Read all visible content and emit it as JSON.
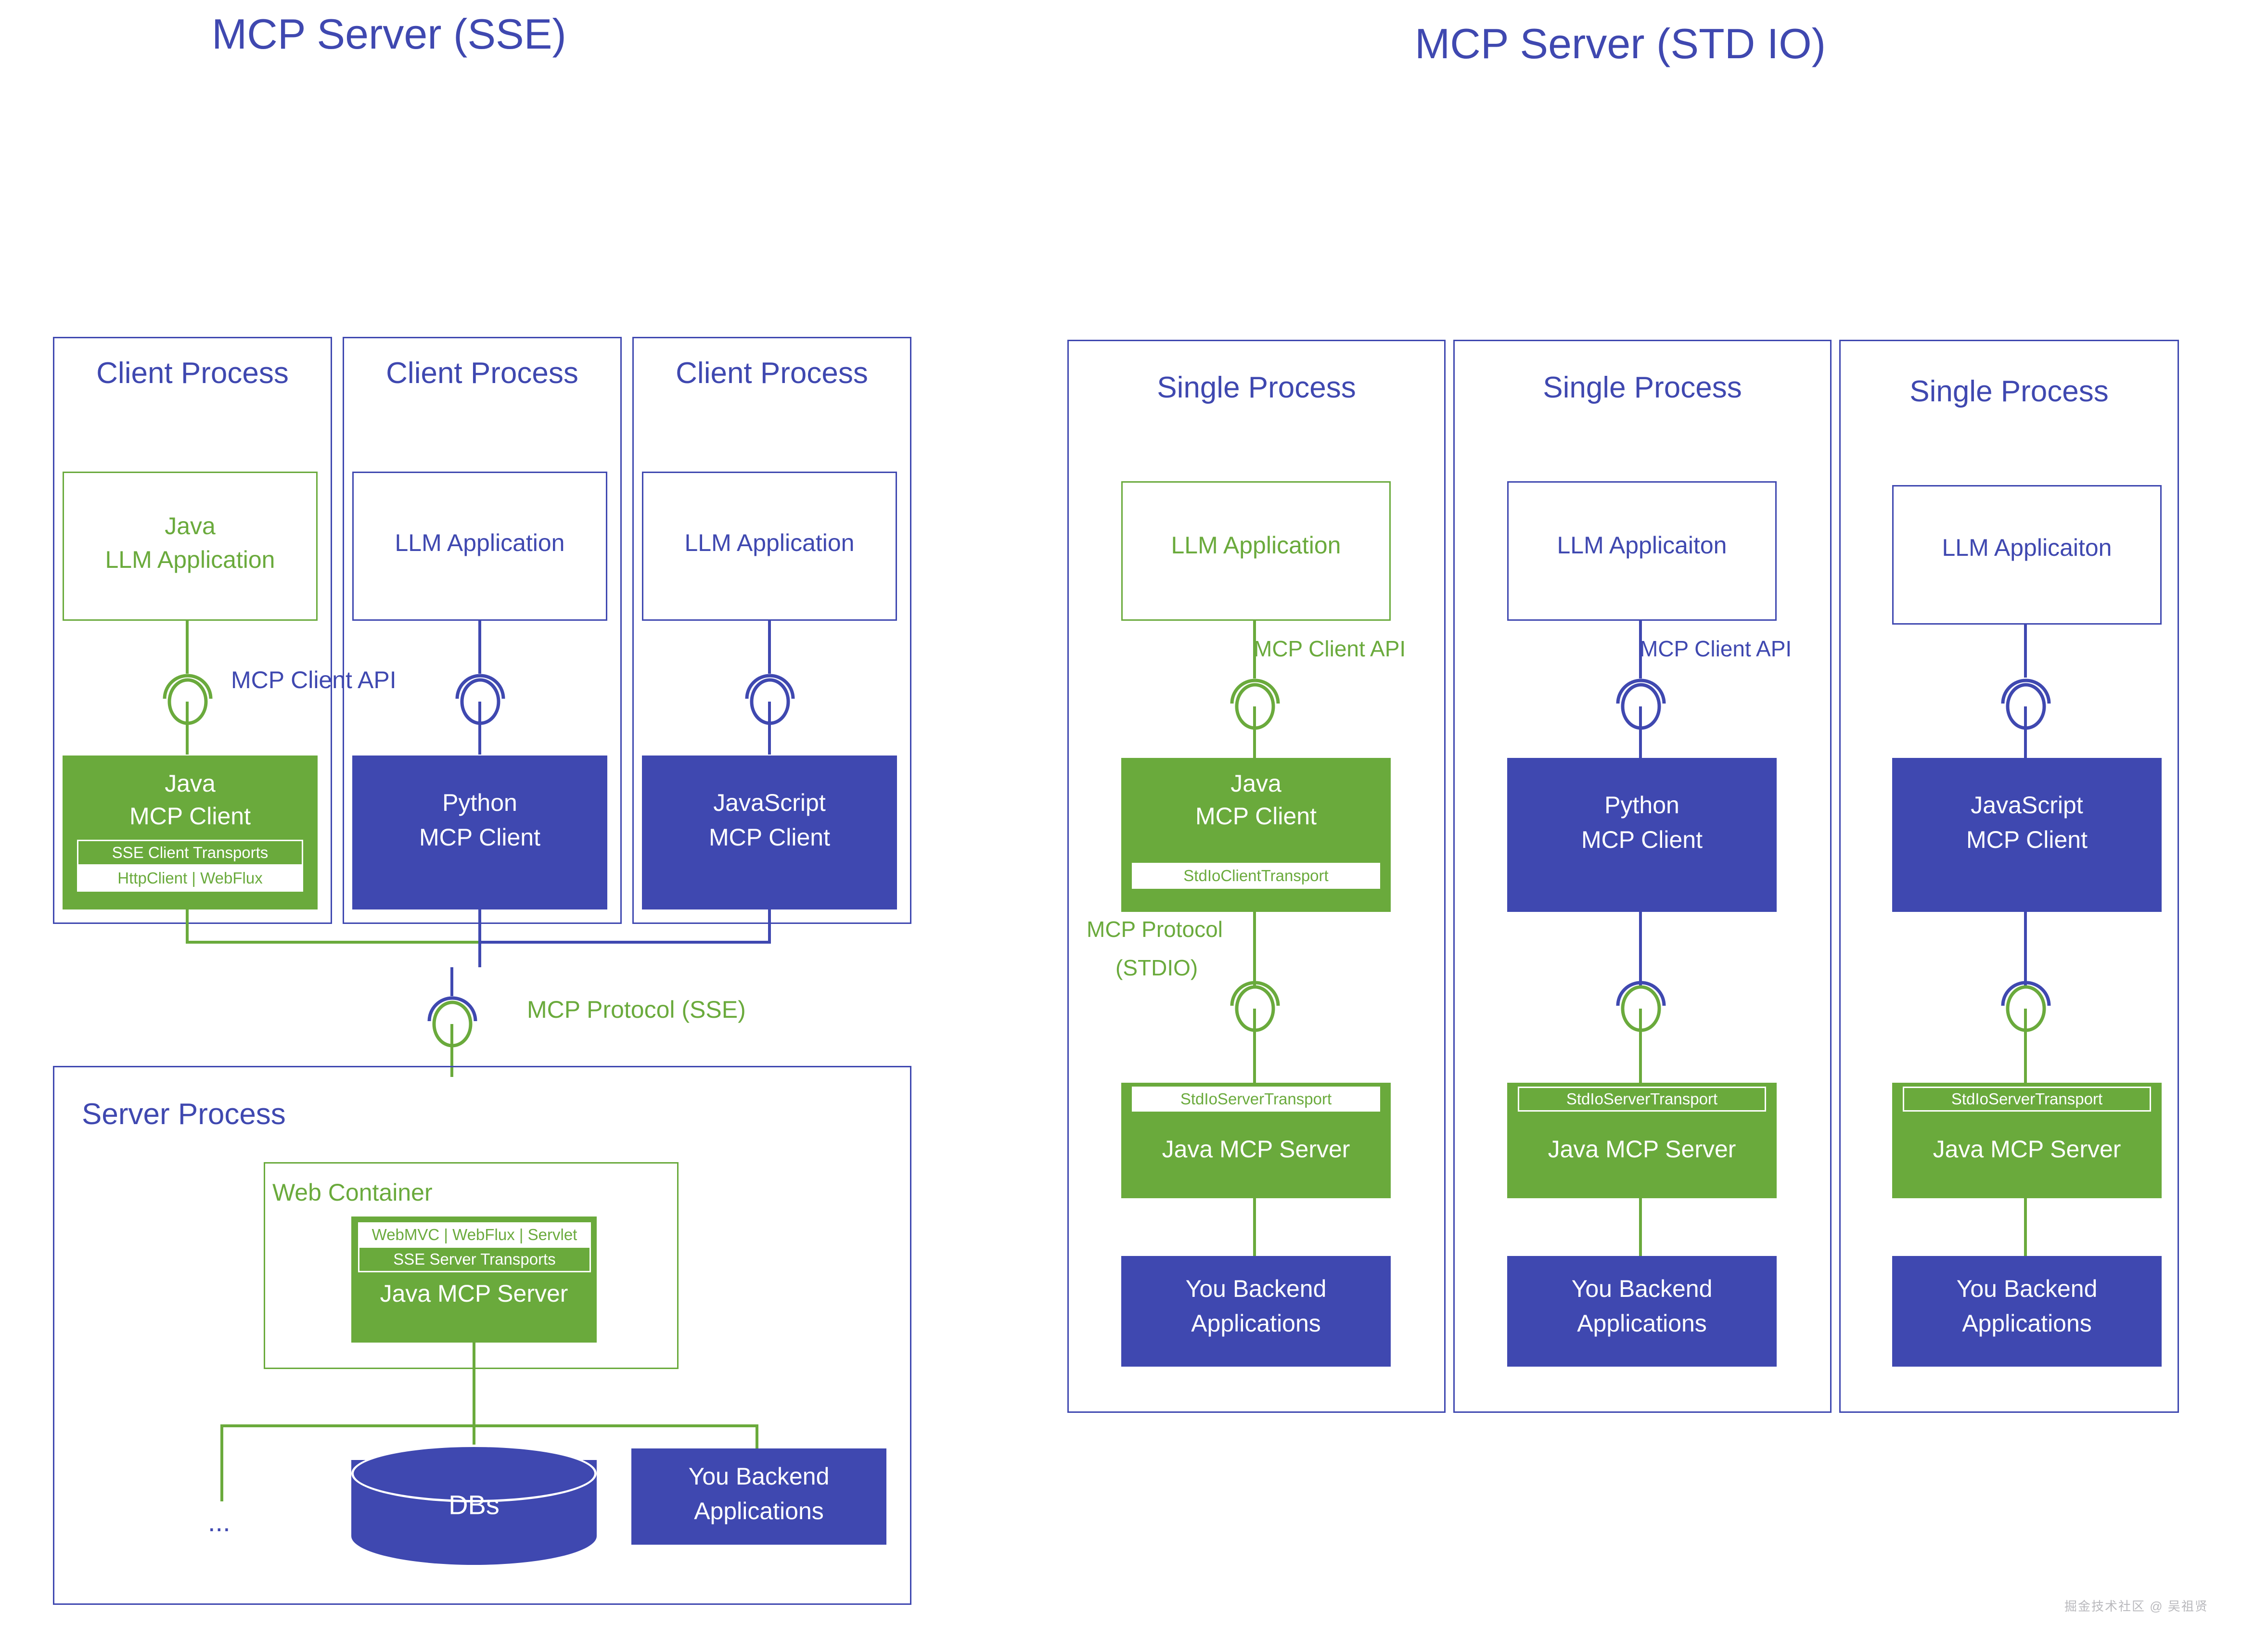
{
  "diagram": {
    "left_panel": {
      "title": "MCP Server (SSE)",
      "client_processes": [
        {
          "header": "Client Process",
          "app_box": {
            "line1": "Java",
            "line2": "LLM Application"
          },
          "connector_label": "MCP Client API",
          "client_box": {
            "line1": "Java",
            "line2": "MCP Client",
            "transport_title": "SSE Client Transports",
            "transport_impls": "HttpClient | WebFlux"
          }
        },
        {
          "header": "Client Process",
          "app_box": {
            "line1": "",
            "line2": "LLM Application"
          },
          "connector_label": "",
          "client_box": {
            "line1": "Python",
            "line2": "MCP Client",
            "transport_title": "",
            "transport_impls": ""
          }
        },
        {
          "header": "Client Process",
          "app_box": {
            "line1": "",
            "line2": "LLM Application"
          },
          "connector_label": "",
          "client_box": {
            "line1": "JavaScript",
            "line2": "MCP Client",
            "transport_title": "",
            "transport_impls": ""
          }
        }
      ],
      "protocol_label": "MCP Protocol (SSE)",
      "server_process": {
        "header": "Server Process",
        "web_container": {
          "header": "Web Container",
          "server_box": {
            "transport_impls": "WebMVC | WebFlux | Servlet",
            "transport_title": "SSE Server Transports",
            "name": "Java MCP Server"
          }
        },
        "ellipsis": "...",
        "db": {
          "label": "DBs"
        },
        "backend": {
          "line1": "You Backend",
          "line2": "Applications"
        }
      }
    },
    "right_panel": {
      "title": "MCP Server (STD IO)",
      "columns": [
        {
          "header": "Single Process",
          "app_box": {
            "label": "LLM Application"
          },
          "client_api_label": "MCP Client API",
          "client_box": {
            "line1": "Java",
            "line2": "MCP Client",
            "transport": "StdIoClientTransport"
          },
          "protocol_label_line1": "MCP Protocol",
          "protocol_label_line2": "(STDIO)",
          "server_box": {
            "transport": "StdIoServerTransport",
            "name": "Java MCP Server"
          },
          "backend": {
            "line1": "You Backend",
            "line2": "Applications"
          }
        },
        {
          "header": "Single Process",
          "app_box": {
            "label": "LLM Applicaiton"
          },
          "client_api_label": "MCP Client API",
          "client_box": {
            "line1": "Python",
            "line2": "MCP Client",
            "transport": ""
          },
          "protocol_label_line1": "",
          "protocol_label_line2": "",
          "server_box": {
            "transport": "StdIoServerTransport",
            "name": "Java MCP Server"
          },
          "backend": {
            "line1": "You Backend",
            "line2": "Applications"
          }
        },
        {
          "header": "Single Process",
          "app_box": {
            "label": "LLM Applicaiton"
          },
          "client_api_label": "",
          "client_box": {
            "line1": "JavaScript",
            "line2": "MCP Client",
            "transport": ""
          },
          "protocol_label_line1": "",
          "protocol_label_line2": "",
          "server_box": {
            "transport": "StdIoServerTransport",
            "name": "Java MCP Server"
          },
          "backend": {
            "line1": "You Backend",
            "line2": "Applications"
          }
        }
      ]
    },
    "watermark": "掘金技术社区 @ 吴祖贤",
    "colors": {
      "blue": "#3f48b0",
      "green": "#6aaa3c",
      "white": "#ffffff"
    }
  }
}
